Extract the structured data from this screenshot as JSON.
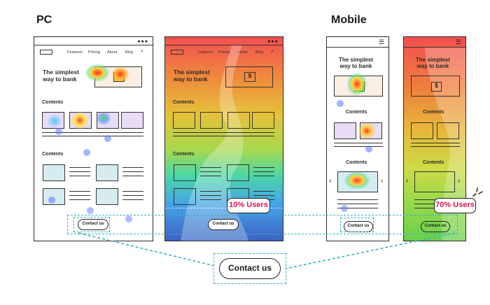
{
  "labels": {
    "pc": "PC",
    "mobile": "Mobile"
  },
  "nav": {
    "features": "Features",
    "pricing": "Pricing",
    "about": "About",
    "blog": "Blog"
  },
  "hero": {
    "title_line1": "The simplest",
    "title_line2": "way to bank",
    "currency_symbol": "$"
  },
  "sections": {
    "contents": "Contents"
  },
  "cta": {
    "small": "Contact us",
    "large": "Contact us"
  },
  "callouts": {
    "pc": "10% Users",
    "mobile": "70% Users"
  },
  "colors": {
    "accent_teal": "#35b3bf",
    "callout_text": "#d8184e"
  }
}
